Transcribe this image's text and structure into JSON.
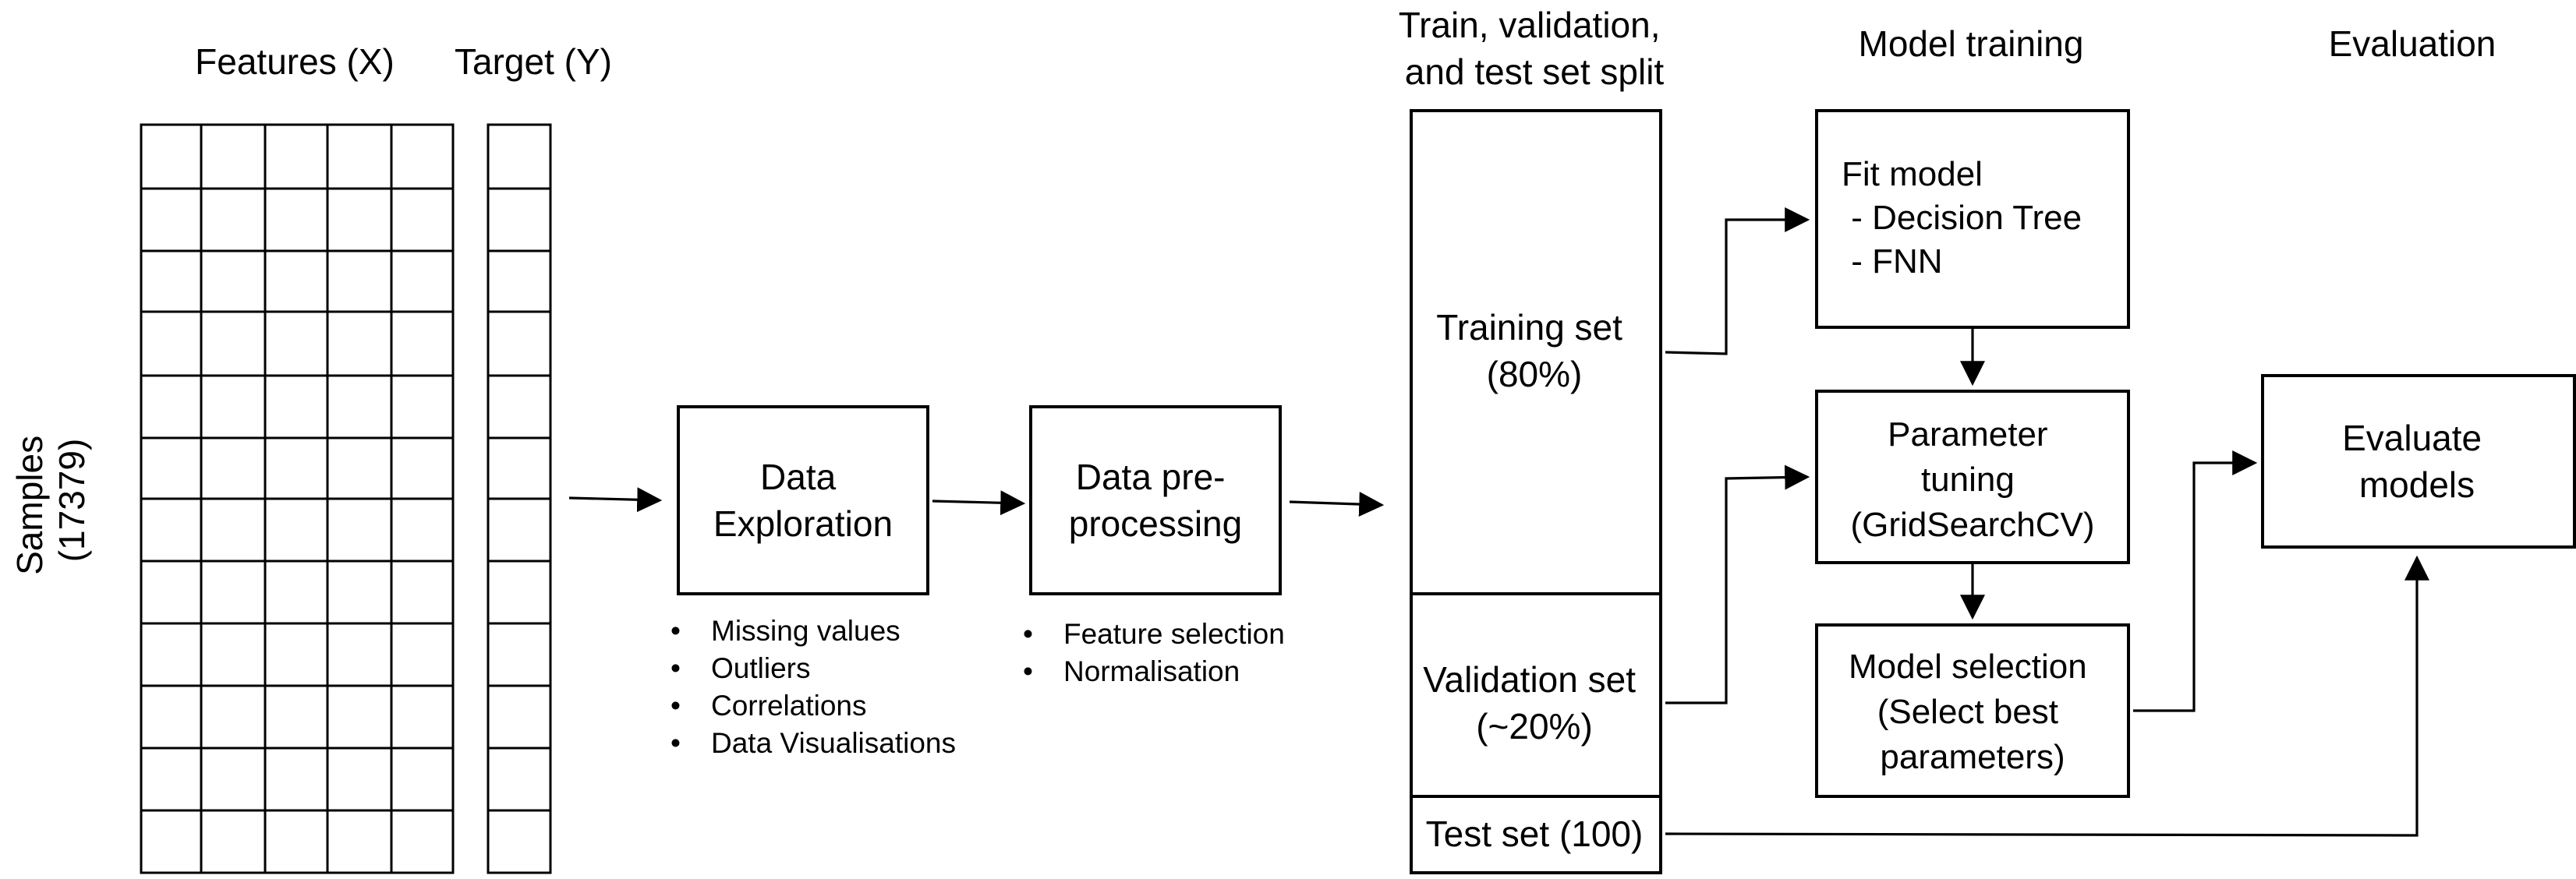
{
  "dataset": {
    "features_title": "Features (X)",
    "target_title": "Target (Y)",
    "samples_label": [
      "Samples",
      "(17379)"
    ]
  },
  "stages": {
    "split_title": [
      "Train, validation,",
      "and test set split"
    ],
    "training_title": "Model training",
    "evaluation_title": "Evaluation"
  },
  "exploration": {
    "label": [
      "Data",
      "Exploration"
    ],
    "bullets": [
      "Missing values",
      "Outliers",
      "Correlations",
      "Data Visualisations"
    ]
  },
  "preprocessing": {
    "label": [
      "Data pre-",
      "processing"
    ],
    "bullets": [
      "Feature selection",
      "Normalisation"
    ]
  },
  "split": {
    "training": [
      "Training set",
      "(80%)"
    ],
    "validation": [
      "Validation set",
      "(~20%)"
    ],
    "test": "Test set (100)"
  },
  "fit_model": {
    "title": "Fit model",
    "items": [
      " - Decision Tree",
      " - FNN"
    ]
  },
  "tuning": {
    "label": [
      "Parameter",
      "tuning",
      "(GridSearchCV)"
    ]
  },
  "selection": {
    "label": [
      "Model selection",
      "(Select best",
      "parameters)"
    ]
  },
  "evaluate": {
    "label": [
      "Evaluate",
      "models"
    ]
  }
}
